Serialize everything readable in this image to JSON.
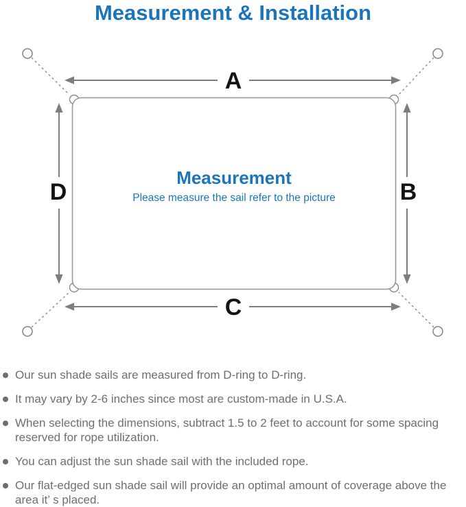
{
  "title": "Measurement & Installation",
  "colors": {
    "accent_blue": "#1b75bb",
    "line_gray": "#7d7e81",
    "sail_border_gray": "#97989b",
    "text_gray": "#6d6e71",
    "label_black": "#141414"
  },
  "diagram": {
    "labels": {
      "top": "A",
      "right": "B",
      "bottom": "C",
      "left": "D"
    },
    "center_heading": "Measurement",
    "center_subtext": "Please measure the sail refer to the picture"
  },
  "bullets": [
    "Our sun shade sails are measured from D-ring to D-ring.",
    "It may vary by 2-6 inches since most are custom-made in U.S.A.",
    "When selecting the dimensions, subtract 1.5 to 2 feet to account for some spacing reserved for rope utilization.",
    "You can adjust the sun shade sail with the included rope.",
    "Our flat-edged sun shade sail will provide an optimal amount of coverage above the area it’ s placed."
  ]
}
